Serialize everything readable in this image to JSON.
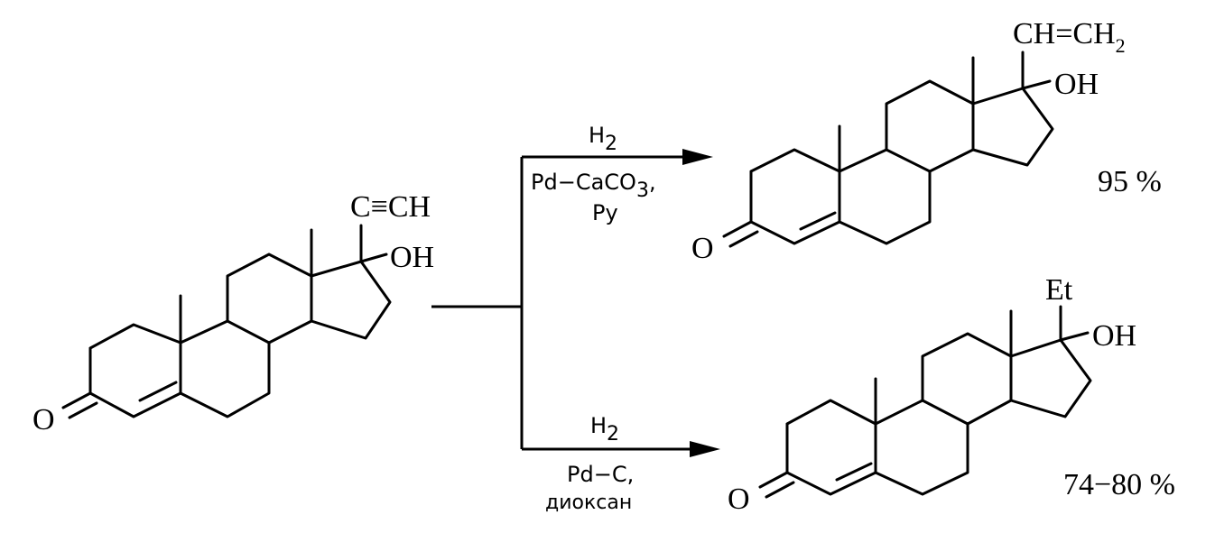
{
  "reactant": {
    "substituent_triple": "C≡CH",
    "hydroxyl": "OH",
    "ketone_oxygen": "O"
  },
  "upper_route": {
    "reagent": "H",
    "reagent_subscript": "2",
    "catalyst_part1": "Pd",
    "catalyst_dash": "−",
    "catalyst_part2": "CaCO",
    "catalyst_subscript": "3",
    "catalyst_comma": ",",
    "solvent": "Py",
    "product_substituent_left": "CH",
    "product_substituent_eq": "=",
    "product_substituent_right": "CH",
    "product_substituent_subscript": "2",
    "product_hydroxyl": "OH",
    "product_ketone_oxygen": "O",
    "yield": "95 %"
  },
  "lower_route": {
    "reagent": "H",
    "reagent_subscript": "2",
    "catalyst": "Pd−C,",
    "solvent": "диоксан",
    "product_substituent": "Et",
    "product_hydroxyl": "OH",
    "product_ketone_oxygen": "O",
    "yield": "74−80 %"
  }
}
